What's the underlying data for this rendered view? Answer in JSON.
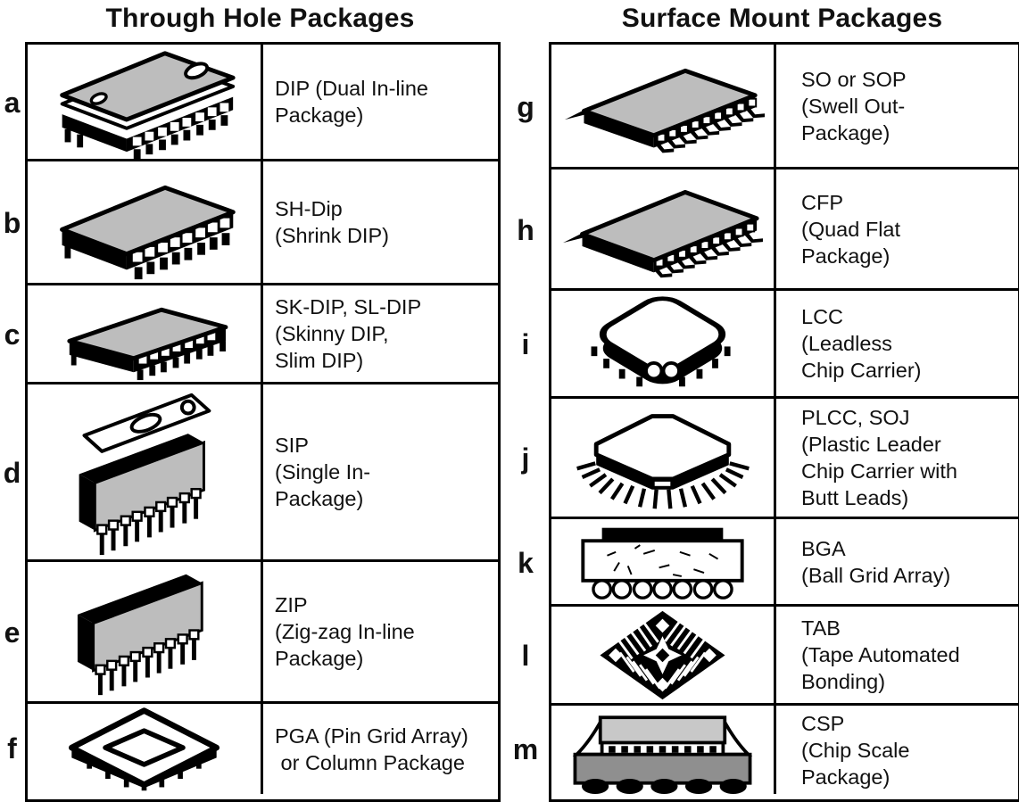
{
  "figure": {
    "background": "#ffffff",
    "line_color": "#000000"
  },
  "colors": {
    "chip_top_gray": "#bdbdbd",
    "csp_top_gray": "#c8c8c8",
    "csp_body_gray": "#8f8f8f",
    "black": "#000000",
    "white": "#ffffff"
  },
  "left_table": {
    "title": "Through Hole Packages",
    "rows": [
      {
        "letter": "a",
        "icon": "dip-package-icon",
        "desc": "DIP (Dual In-line\nPackage)"
      },
      {
        "letter": "b",
        "icon": "sh-dip-package-icon",
        "desc": "SH-Dip\n(Shrink DIP)"
      },
      {
        "letter": "c",
        "icon": "sk-dip-package-icon",
        "desc": "SK-DIP, SL-DIP\n(Skinny DIP,\nSlim DIP)"
      },
      {
        "letter": "d",
        "icon": "sip-package-icon",
        "desc": "SIP\n(Single In-\nPackage)"
      },
      {
        "letter": "e",
        "icon": "zip-package-icon",
        "desc": "ZIP\n(Zig-zag In-line\nPackage)"
      },
      {
        "letter": "f",
        "icon": "pga-package-icon",
        "desc": "PGA (Pin Grid Array)\n or Column Package"
      }
    ]
  },
  "right_table": {
    "title": "Surface Mount Packages",
    "rows": [
      {
        "letter": "g",
        "icon": "so-sop-package-icon",
        "desc": "SO or SOP\n(Swell Out-\nPackage)"
      },
      {
        "letter": "h",
        "icon": "cfp-package-icon",
        "desc": "CFP\n(Quad Flat\nPackage)"
      },
      {
        "letter": "i",
        "icon": "lcc-package-icon",
        "desc": "LCC\n(Leadless\nChip Carrier)"
      },
      {
        "letter": "j",
        "icon": "plcc-soj-package-icon",
        "desc": "PLCC, SOJ\n(Plastic Leader\nChip Carrier with\nButt Leads)"
      },
      {
        "letter": "k",
        "icon": "bga-package-icon",
        "desc": "BGA\n(Ball Grid Array)"
      },
      {
        "letter": "l",
        "icon": "tab-package-icon",
        "desc": "TAB\n(Tape Automated\nBonding)"
      },
      {
        "letter": "m",
        "icon": "csp-package-icon",
        "desc": "CSP\n(Chip Scale\nPackage)"
      }
    ]
  }
}
